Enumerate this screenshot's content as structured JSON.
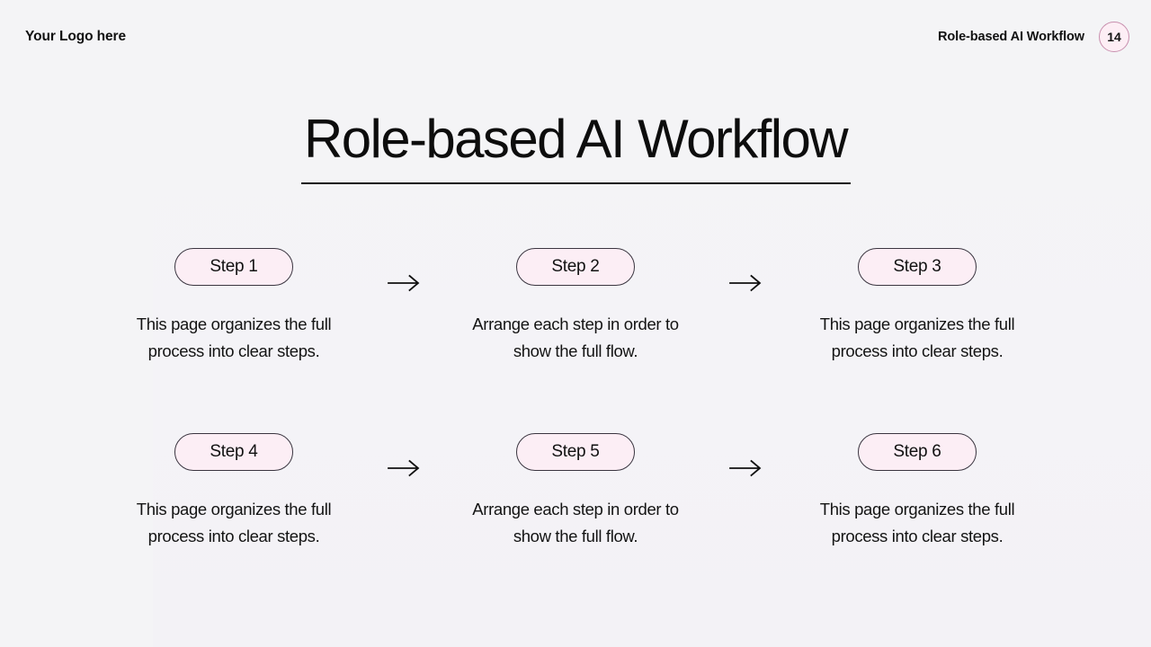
{
  "header": {
    "logo": "Your Logo here",
    "title": "Role-based AI Workflow",
    "page_number": "14"
  },
  "title": {
    "heading": "Role-based AI Workflow"
  },
  "colors": {
    "background": "#f4f4f6",
    "pill_fill": "#fceef5",
    "pill_border": "#3a3540",
    "badge_fill": "#fdeef5",
    "badge_border": "#c88fae",
    "text": "#111111"
  },
  "steps": [
    {
      "label": "Step 1",
      "description": "This page organizes the full process into clear steps."
    },
    {
      "label": "Step 2",
      "description": "Arrange each step in order to show the full flow."
    },
    {
      "label": "Step 3",
      "description": "This page organizes the full process into clear steps."
    },
    {
      "label": "Step 4",
      "description": "This page organizes the full process into clear steps."
    },
    {
      "label": "Step 5",
      "description": "Arrange each step in order to show the full flow."
    },
    {
      "label": "Step 6",
      "description": "This page organizes the full process into clear steps."
    }
  ],
  "connectors": {
    "icon": "arrow-right-icon",
    "count": 4
  }
}
